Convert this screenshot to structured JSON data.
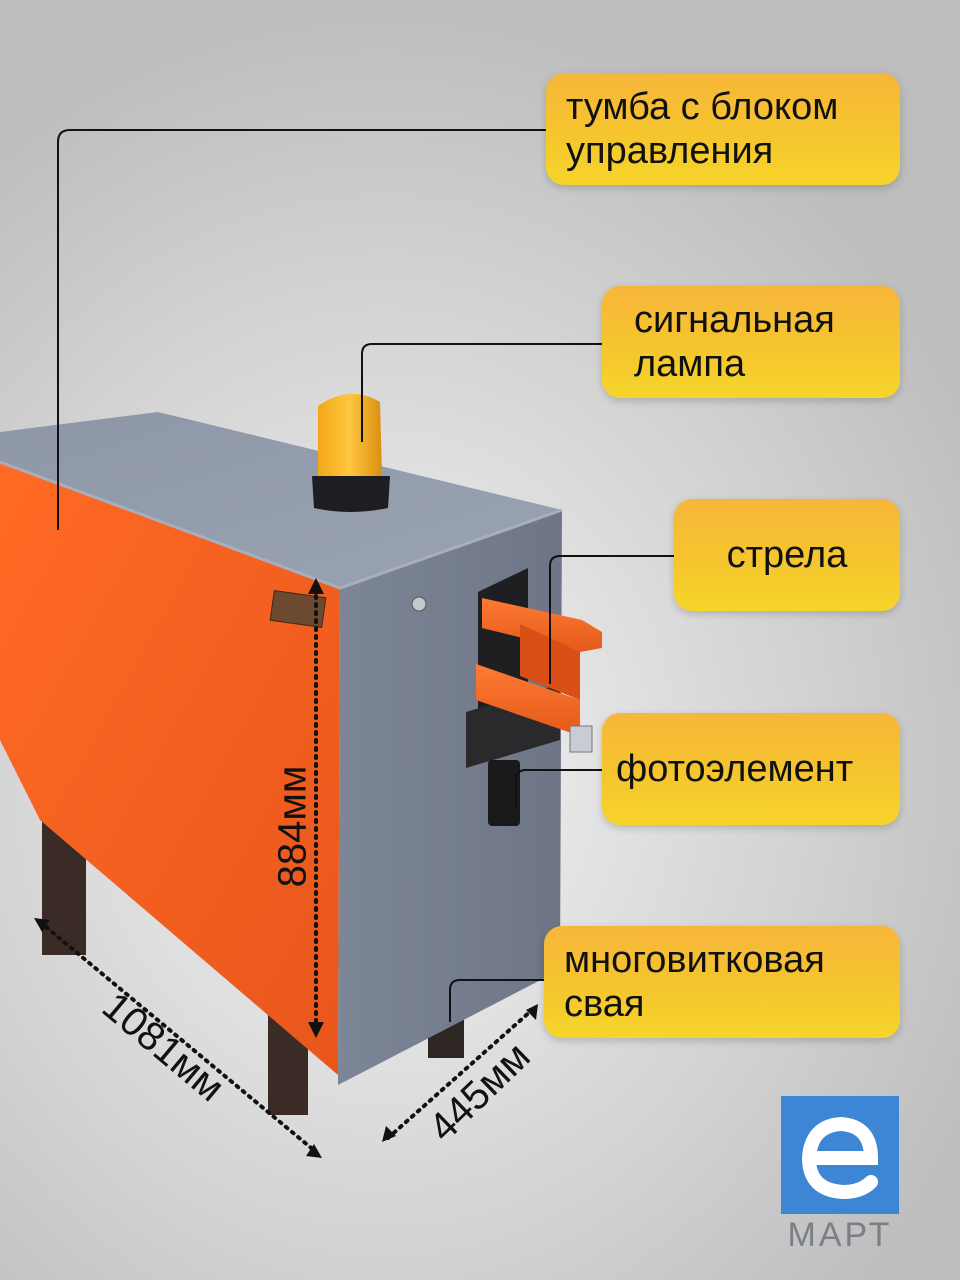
{
  "labels": {
    "cabinet": "тумба с блоком\nуправления",
    "lamp": "сигнальная\nлампа",
    "boom": "стрела",
    "photocell": "фотоэлемент",
    "pile": "многовитковая\nсвая"
  },
  "dimensions": {
    "height": "884мм",
    "length": "1081мм",
    "width": "445мм"
  },
  "brand": {
    "name": "МАРТ",
    "color": "#3d86d6",
    "logo_letter": "e"
  },
  "colors": {
    "cabinet_orange": "#f06423",
    "cabinet_grey": "#7c8596",
    "lamp_amber": "#f0a21a",
    "label_yellow": "#f6c62e"
  }
}
